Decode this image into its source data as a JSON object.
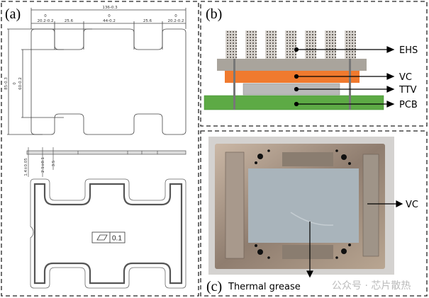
{
  "panels": {
    "a": {
      "label": "(a)",
      "dims_top": {
        "overall": "136-0.3",
        "tol_zero": "0",
        "left_end": "20.2-0.2",
        "left_gap": "25.6",
        "middle": "44-0.2",
        "right_gap": "25.6",
        "right_end": "20.2-0.2"
      },
      "dims_left": {
        "outer": "85-0.3",
        "inner_zero": "0",
        "inner": "60-0.2"
      },
      "dims_side": {
        "t1": "1.4±0.05",
        "t2": "2.1±0.1",
        "t3": "3.5"
      },
      "flatness_value": "0.1"
    },
    "b": {
      "label": "(b)",
      "layers": [
        "EHS",
        "VC",
        "TTV",
        "PCB"
      ],
      "colors": {
        "fins": "#8a8580",
        "base": "#a9a49c",
        "vc": "#f07a2e",
        "ttv": "#b9b9b9",
        "pcb": "#5daa45"
      }
    },
    "c": {
      "label": "(c)",
      "vc_label": "VC",
      "grease_label": "Thermal grease"
    }
  },
  "watermark": "公众号 · 芯片散热"
}
